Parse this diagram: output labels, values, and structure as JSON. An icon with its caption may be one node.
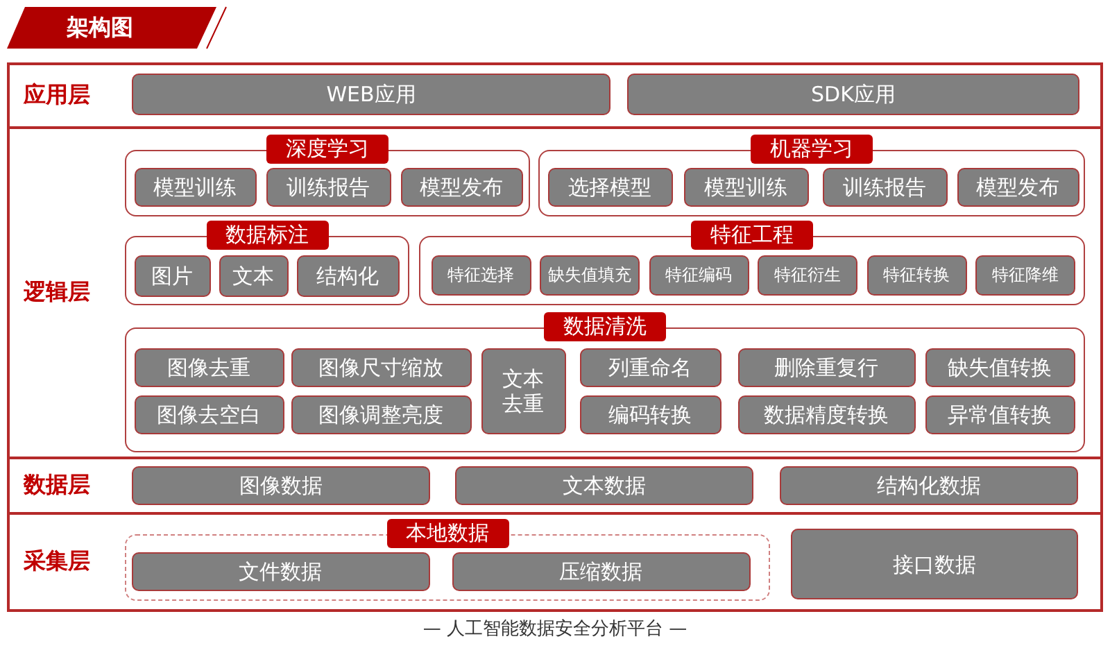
{
  "diagram": {
    "title": "架构图",
    "caption": "— 人工智能数据安全分析平台 —",
    "nodes": [
      {
        "text": [
          "应用层"
        ]
      },
      {
        "text": [
          "WEB应用"
        ],
        "in": 0
      },
      {
        "text": [
          "SDK应用"
        ],
        "in": 0
      },
      {
        "text": [
          "逻辑层"
        ]
      },
      {
        "text": [
          "深度学习"
        ],
        "in": 3
      },
      {
        "text": [
          "模型训练"
        ],
        "in": 4
      },
      {
        "text": [
          "训练报告"
        ],
        "in": 4
      },
      {
        "text": [
          "模型发布"
        ],
        "in": 4
      },
      {
        "text": [
          "机器学习"
        ],
        "in": 3
      },
      {
        "text": [
          "选择模型"
        ],
        "in": 8
      },
      {
        "text": [
          "模型训练"
        ],
        "in": 8
      },
      {
        "text": [
          "训练报告"
        ],
        "in": 8
      },
      {
        "text": [
          "模型发布"
        ],
        "in": 8
      },
      {
        "text": [
          "数据标注"
        ],
        "in": 3
      },
      {
        "text": [
          "图片"
        ],
        "in": 13
      },
      {
        "text": [
          "文本"
        ],
        "in": 13
      },
      {
        "text": [
          "结构化"
        ],
        "in": 13
      },
      {
        "text": [
          "特征工程"
        ],
        "in": 3
      },
      {
        "text": [
          "特征选择"
        ],
        "in": 17
      },
      {
        "text": [
          "缺失值填充"
        ],
        "in": 17
      },
      {
        "text": [
          "特征编码"
        ],
        "in": 17
      },
      {
        "text": [
          "特征衍生"
        ],
        "in": 17
      },
      {
        "text": [
          "特征转换"
        ],
        "in": 17
      },
      {
        "text": [
          "特征降维"
        ],
        "in": 17
      },
      {
        "text": [
          "数据清洗"
        ],
        "in": 3
      },
      {
        "text": [
          "图像去重"
        ],
        "in": 24
      },
      {
        "text": [
          "图像尺寸缩放"
        ],
        "in": 24
      },
      {
        "text": [
          "文本去重"
        ],
        "in": 24
      },
      {
        "text": [
          "列重命名"
        ],
        "in": 24
      },
      {
        "text": [
          "删除重复行"
        ],
        "in": 24
      },
      {
        "text": [
          "缺失值转换"
        ],
        "in": 24
      },
      {
        "text": [
          "图像去空白"
        ],
        "in": 24
      },
      {
        "text": [
          "图像调整亮度"
        ],
        "in": 24
      },
      {
        "text": [
          "编码转换"
        ],
        "in": 24
      },
      {
        "text": [
          "数据精度转换"
        ],
        "in": 24
      },
      {
        "text": [
          "异常值转换"
        ],
        "in": 24
      },
      {
        "text": [
          "数据层"
        ]
      },
      {
        "text": [
          "图像数据"
        ],
        "in": 36
      },
      {
        "text": [
          "文本数据"
        ],
        "in": 36
      },
      {
        "text": [
          "结构化数据"
        ],
        "in": 36
      },
      {
        "text": [
          "采集层"
        ]
      },
      {
        "text": [
          "本地数据"
        ],
        "in": 40
      },
      {
        "text": [
          "文件数据"
        ],
        "in": 41
      },
      {
        "text": [
          "压缩数据"
        ],
        "in": 41
      },
      {
        "text": [
          "接口数据"
        ],
        "in": 40
      }
    ]
  }
}
